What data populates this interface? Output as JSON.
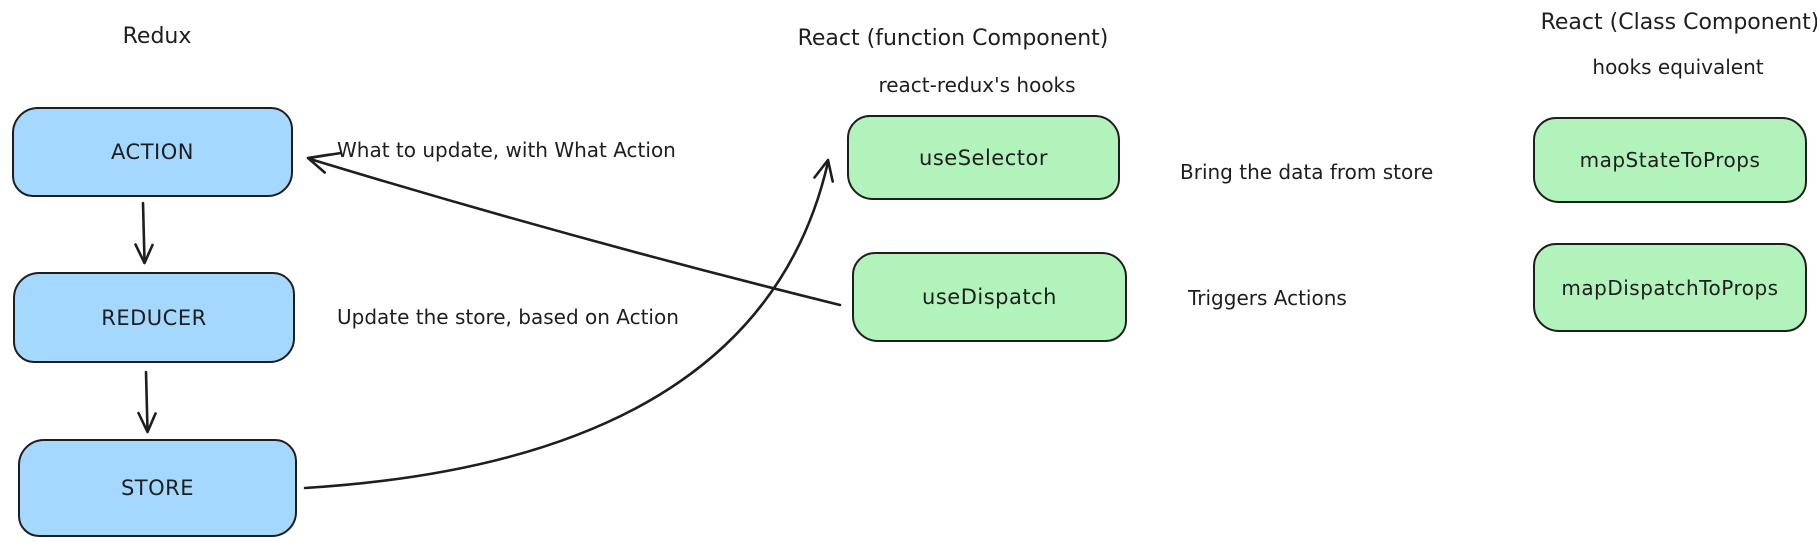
{
  "colors": {
    "stroke": "#1e1e1e",
    "redux_node_fill": "#a5d8ff",
    "react_node_fill": "#b2f2bb",
    "background": "#ffffff"
  },
  "columns": {
    "redux": {
      "title": "Redux",
      "nodes": {
        "action": "ACTION",
        "reducer": "REDUCER",
        "store": "STORE"
      }
    },
    "react_function": {
      "title": "React (function Component)",
      "subtitle": "react-redux's hooks",
      "nodes": {
        "use_selector": "useSelector",
        "use_dispatch": "useDispatch"
      }
    },
    "react_class": {
      "title": "React (Class Component)",
      "subtitle": "hooks equivalent",
      "nodes": {
        "map_state": "mapStateToProps",
        "map_dispatch": "mapDispatchToProps"
      }
    }
  },
  "annotations": {
    "action_note": "What to update, with What Action",
    "reducer_note": "Update the store, based on Action",
    "use_selector_note": "Bring the data from store",
    "use_dispatch_note": "Triggers Actions"
  },
  "edges": [
    {
      "from": "ACTION",
      "to": "REDUCER",
      "style": "straight-down"
    },
    {
      "from": "REDUCER",
      "to": "STORE",
      "style": "straight-down"
    },
    {
      "from": "useDispatch",
      "to": "ACTION",
      "style": "straight"
    },
    {
      "from": "STORE",
      "to": "useSelector",
      "style": "curved"
    }
  ]
}
